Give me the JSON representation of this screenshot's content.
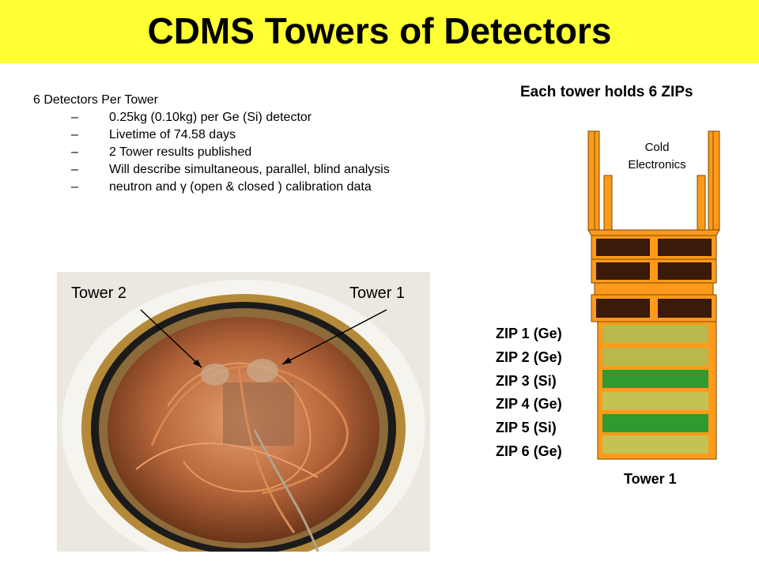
{
  "slide": {
    "title": "CDMS Towers of Detectors",
    "intro": "6 Detectors Per Tower",
    "bullets": [
      {
        "dash": "–",
        "text": "0.25kg (0.10kg) per Ge (Si) detector"
      },
      {
        "dash": "–",
        "text": "Livetime of 74.58 days"
      },
      {
        "dash": "–",
        "text": " 2 Tower results published"
      },
      {
        "dash": "–",
        "text": " Will describe simultaneous, parallel, blind analysis"
      },
      {
        "dash": "–",
        "text": "neutron and γ (open & closed ) calibration data"
      }
    ],
    "photo": {
      "label_left": "Tower 2",
      "label_right": "Tower 1"
    },
    "diagram": {
      "heading": "Each tower holds 6 ZIPs",
      "cold_label_line1": "Cold",
      "cold_label_line2": "Electronics",
      "zips": [
        "ZIP 1 (Ge)",
        "ZIP 2 (Ge)",
        "ZIP 3 (Si)",
        "ZIP 4 (Ge)",
        "ZIP 5 (Si)",
        "ZIP 6 (Ge)"
      ],
      "caption": "Tower 1"
    }
  },
  "colors": {
    "title_bar": "#ffff33",
    "tower_orange": "#ff9a1a",
    "ge_detector": "#b9b84a",
    "si_detector": "#2f9a2f",
    "copper": "#b5653a"
  }
}
